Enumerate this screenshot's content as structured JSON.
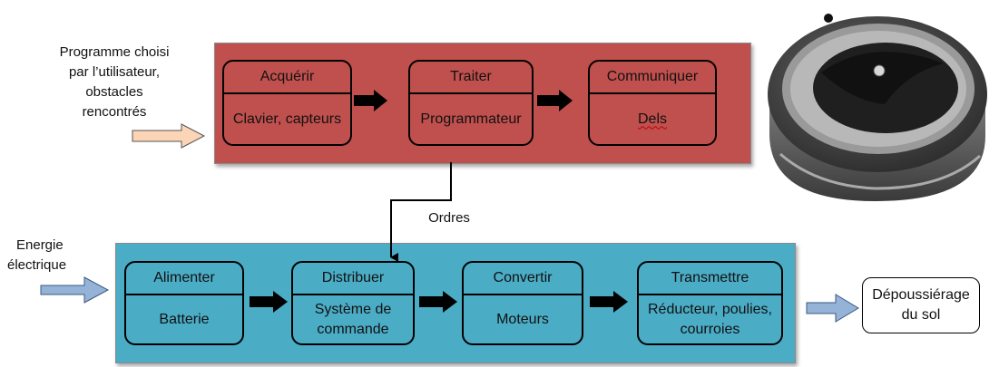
{
  "info_chain": {
    "input_label": [
      "Programme choisi",
      "par l’utilisateur,",
      "obstacles",
      "rencontrés"
    ],
    "blocks": [
      {
        "function": "Acquérir",
        "component": "Clavier, capteurs"
      },
      {
        "function": "Traiter",
        "component": "Programmateur"
      },
      {
        "function": "Communiquer",
        "component": "Dels"
      }
    ],
    "color": "#c0504d"
  },
  "orders_label": "Ordres",
  "energy_chain": {
    "input_label": [
      "Energie",
      "électrique"
    ],
    "blocks": [
      {
        "function": "Alimenter",
        "component": [
          "Batterie"
        ]
      },
      {
        "function": "Distribuer",
        "component": [
          "Système de",
          "commande"
        ]
      },
      {
        "function": "Convertir",
        "component": [
          "Moteurs"
        ]
      },
      {
        "function": "Transmettre",
        "component": [
          "Réducteur, poulies,",
          "courroies"
        ]
      }
    ],
    "color": "#4bacc6"
  },
  "output_label": [
    "Dépoussiérage",
    "du sol"
  ],
  "colors": {
    "input_arrow_info": "#fbd5b5",
    "input_arrow_energy": "#95b3d7",
    "output_arrow": "#95b3d7"
  },
  "image": {
    "icon": "robot-vacuum-icon"
  }
}
